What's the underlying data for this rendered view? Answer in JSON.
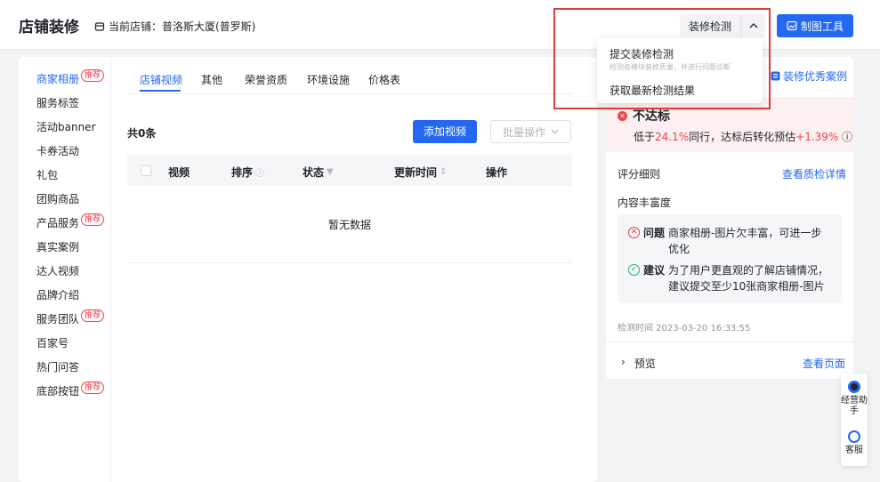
{
  "header": {
    "title": "店铺装修",
    "store_label": "当前店铺：普洛斯大厦(普罗斯)",
    "check_button": "装修检测",
    "make_button": "制图工具"
  },
  "dropdown": {
    "item1": "提交装修检测",
    "item1_sub": "检测各模块装修质量，并进行问题诊断",
    "item2": "获取最新检测结果"
  },
  "sidebar": {
    "tag": "推荐",
    "items": [
      {
        "label": "商家相册"
      },
      {
        "label": "服务标签"
      },
      {
        "label": "活动banner"
      },
      {
        "label": "卡券活动"
      },
      {
        "label": "礼包"
      },
      {
        "label": "团购商品"
      },
      {
        "label": "产品服务"
      },
      {
        "label": "真实案例"
      },
      {
        "label": "达人视频"
      },
      {
        "label": "品牌介绍"
      },
      {
        "label": "服务团队"
      },
      {
        "label": "百家号"
      },
      {
        "label": "热门问答"
      },
      {
        "label": "底部按钮"
      }
    ]
  },
  "tabs": [
    "店铺视频",
    "其他",
    "荣誉资质",
    "环境设施",
    "价格表"
  ],
  "content": {
    "count": "共0条",
    "add_button": "添加视频",
    "batch_button": "批量操作",
    "columns": [
      "视频",
      "排序",
      "状态",
      "更新时间",
      "操作"
    ],
    "empty": "暂无数据"
  },
  "panel": {
    "excellent_cases": "装修优秀案例",
    "fail_title": "不达标",
    "fail_pre": "低于",
    "fail_pct": "24.1%",
    "fail_mid": "同行，达标后转化预估",
    "fail_gain": "+1.39%",
    "score_label": "评分细则",
    "score_link": "查看质检详情",
    "rich_label": "内容丰富度",
    "issue_kw": "问题",
    "issue_text": "商家相册-图片欠丰富，可进一步优化",
    "suggest_kw": "建议",
    "suggest_text": "为了用户更直观的了解店铺情况，建议提交至少10张商家相册-图片",
    "time": "检测时间 2023-03-20 16:33:55",
    "preview": "预览",
    "preview_link": "查看页面"
  },
  "float": {
    "assistant": "经营助手",
    "service": "客服"
  },
  "colors": {
    "primary": "#2468f2",
    "danger": "#f0414a",
    "success": "#1fb36b",
    "highlight": "#e03b3b"
  }
}
